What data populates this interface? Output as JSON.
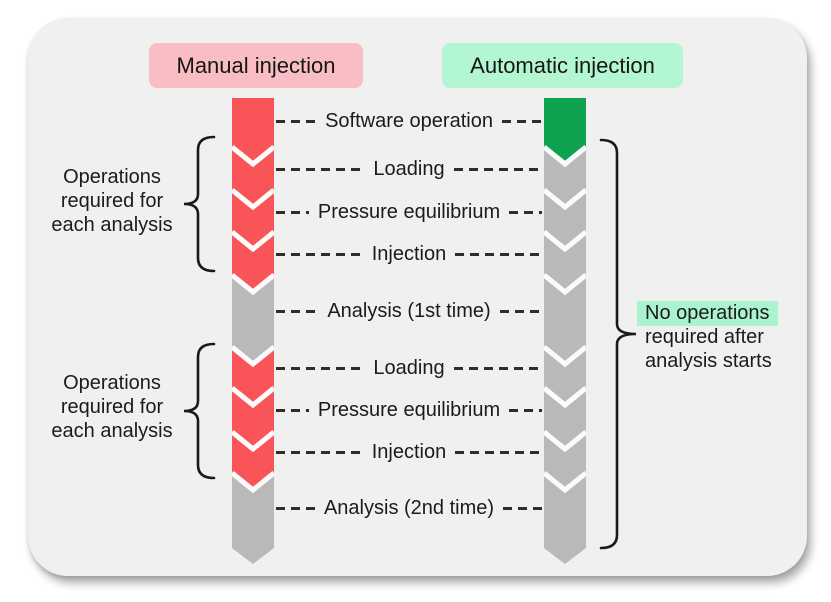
{
  "colors": {
    "page_bg": "#ffffff",
    "panel_bg": "#f0f0f1",
    "manual_header_bg": "#f9bec3",
    "auto_header_bg": "#b2f6d2",
    "chevron_red": "#f95559",
    "chevron_gray": "#b9b9ba",
    "chevron_green": "#0fa24e",
    "chevron_separator": "#fbfbfc",
    "highlight": "#abf3cf",
    "dash": "#2d2d2d",
    "text": "#1b1b1b"
  },
  "headers": {
    "manual": "Manual injection",
    "automatic": "Automatic injection"
  },
  "steps": [
    {
      "label": "Software operation"
    },
    {
      "label": "Loading"
    },
    {
      "label": "Pressure equilibrium"
    },
    {
      "label": "Injection"
    },
    {
      "label": "Analysis (1st time)"
    },
    {
      "label": "Loading"
    },
    {
      "label": "Pressure equilibrium"
    },
    {
      "label": "Injection"
    },
    {
      "label": "Analysis (2nd time)"
    }
  ],
  "annotations": {
    "operations_note_1": {
      "lines": [
        "Operations",
        "required for",
        "each analysis"
      ]
    },
    "operations_note_2": {
      "lines": [
        "Operations",
        "required for",
        "each analysis"
      ]
    },
    "no_operations_note": {
      "lines": [
        "No operations",
        "required after",
        "analysis starts"
      ],
      "highlighted_line": "No operations"
    }
  }
}
